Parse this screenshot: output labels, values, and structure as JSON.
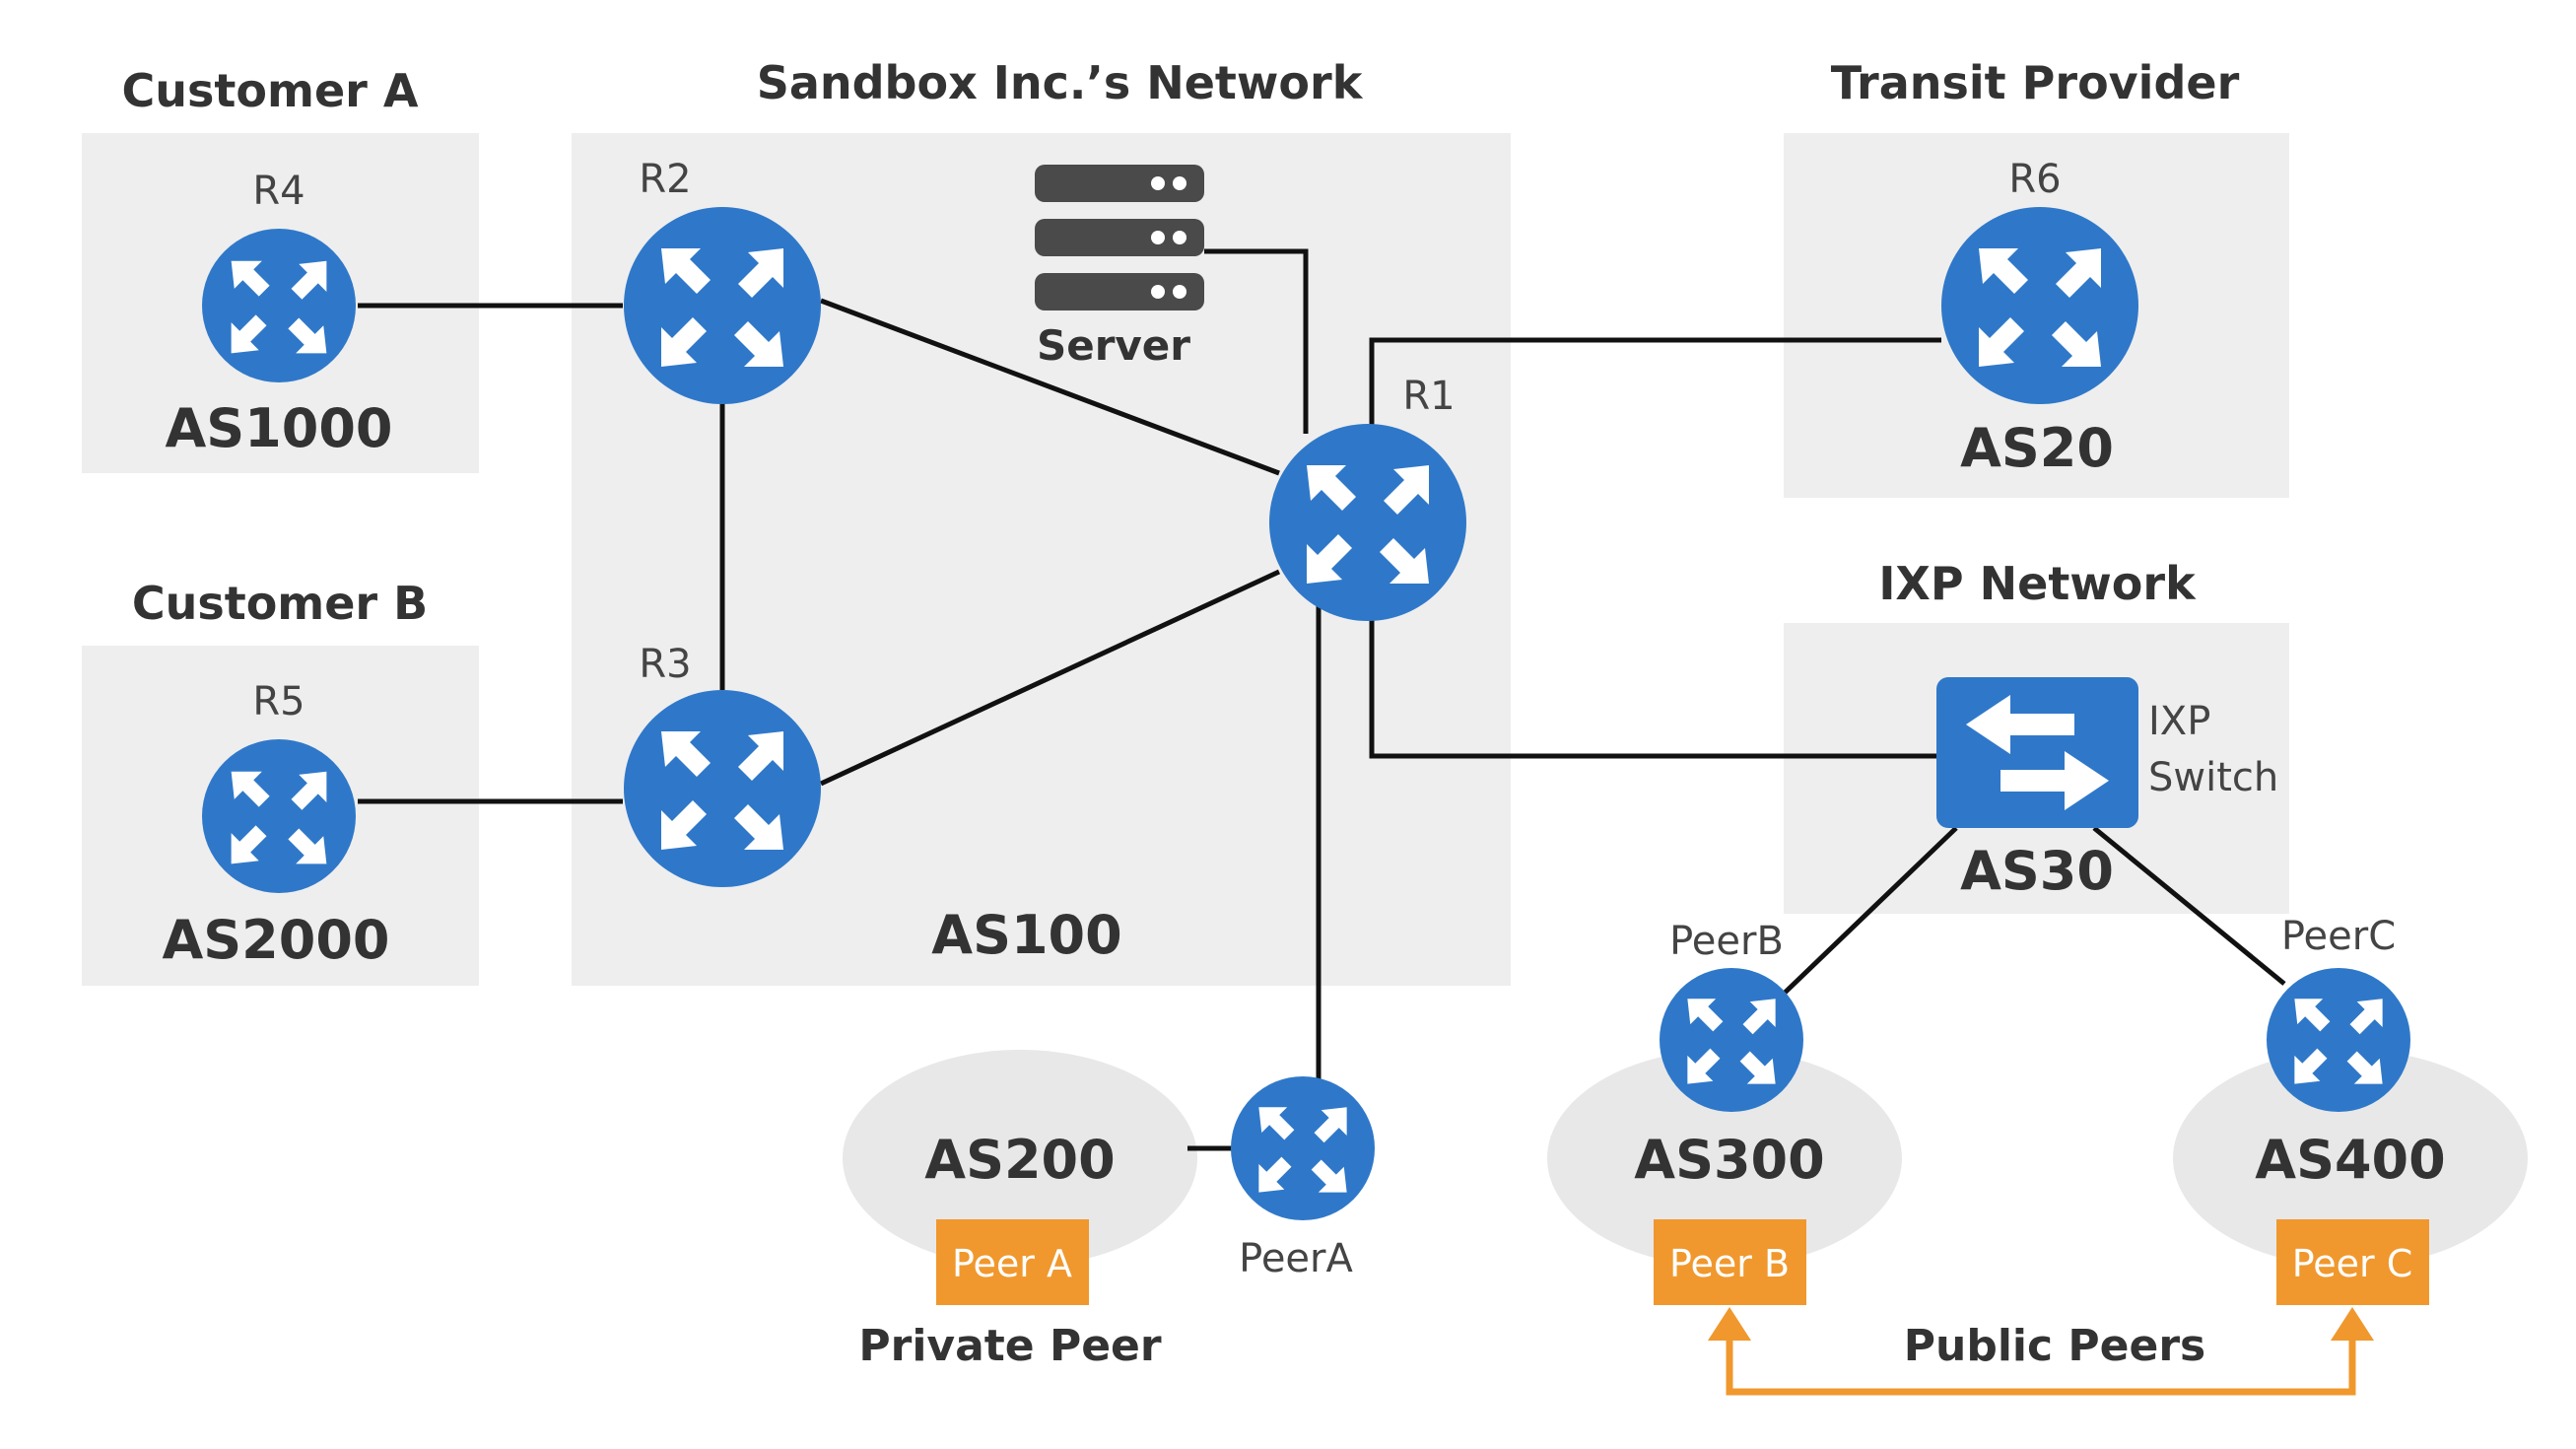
{
  "regions": {
    "customer_a": {
      "title": "Customer A",
      "router": "R4",
      "as": "AS1000"
    },
    "customer_b": {
      "title": "Customer B",
      "router": "R5",
      "as": "AS2000"
    },
    "sandbox": {
      "title": "Sandbox Inc.’s Network",
      "as": "AS100",
      "server": "Server",
      "routers": [
        "R1",
        "R2",
        "R3"
      ]
    },
    "transit": {
      "title": "Transit Provider",
      "router": "R6",
      "as": "AS20"
    },
    "ixp": {
      "title": "IXP Network",
      "switch_label_1": "IXP",
      "switch_label_2": "Switch",
      "as": "AS30"
    }
  },
  "peers": {
    "as200": {
      "as": "AS200",
      "tag": "Peer A",
      "router": "PeerA",
      "caption": "Private Peer"
    },
    "as300": {
      "as": "AS300",
      "tag": "Peer B",
      "router": "PeerB"
    },
    "as400": {
      "as": "AS400",
      "tag": "Peer C",
      "router": "PeerC"
    },
    "public_caption": "Public Peers"
  },
  "colors": {
    "router_blue": "#2f78c9",
    "peer_orange": "#f0982d",
    "region_gray": "#eeeeee",
    "server_dark": "#4a4a4a"
  },
  "icons": [
    "router-icon",
    "server-icon",
    "switch-icon"
  ]
}
